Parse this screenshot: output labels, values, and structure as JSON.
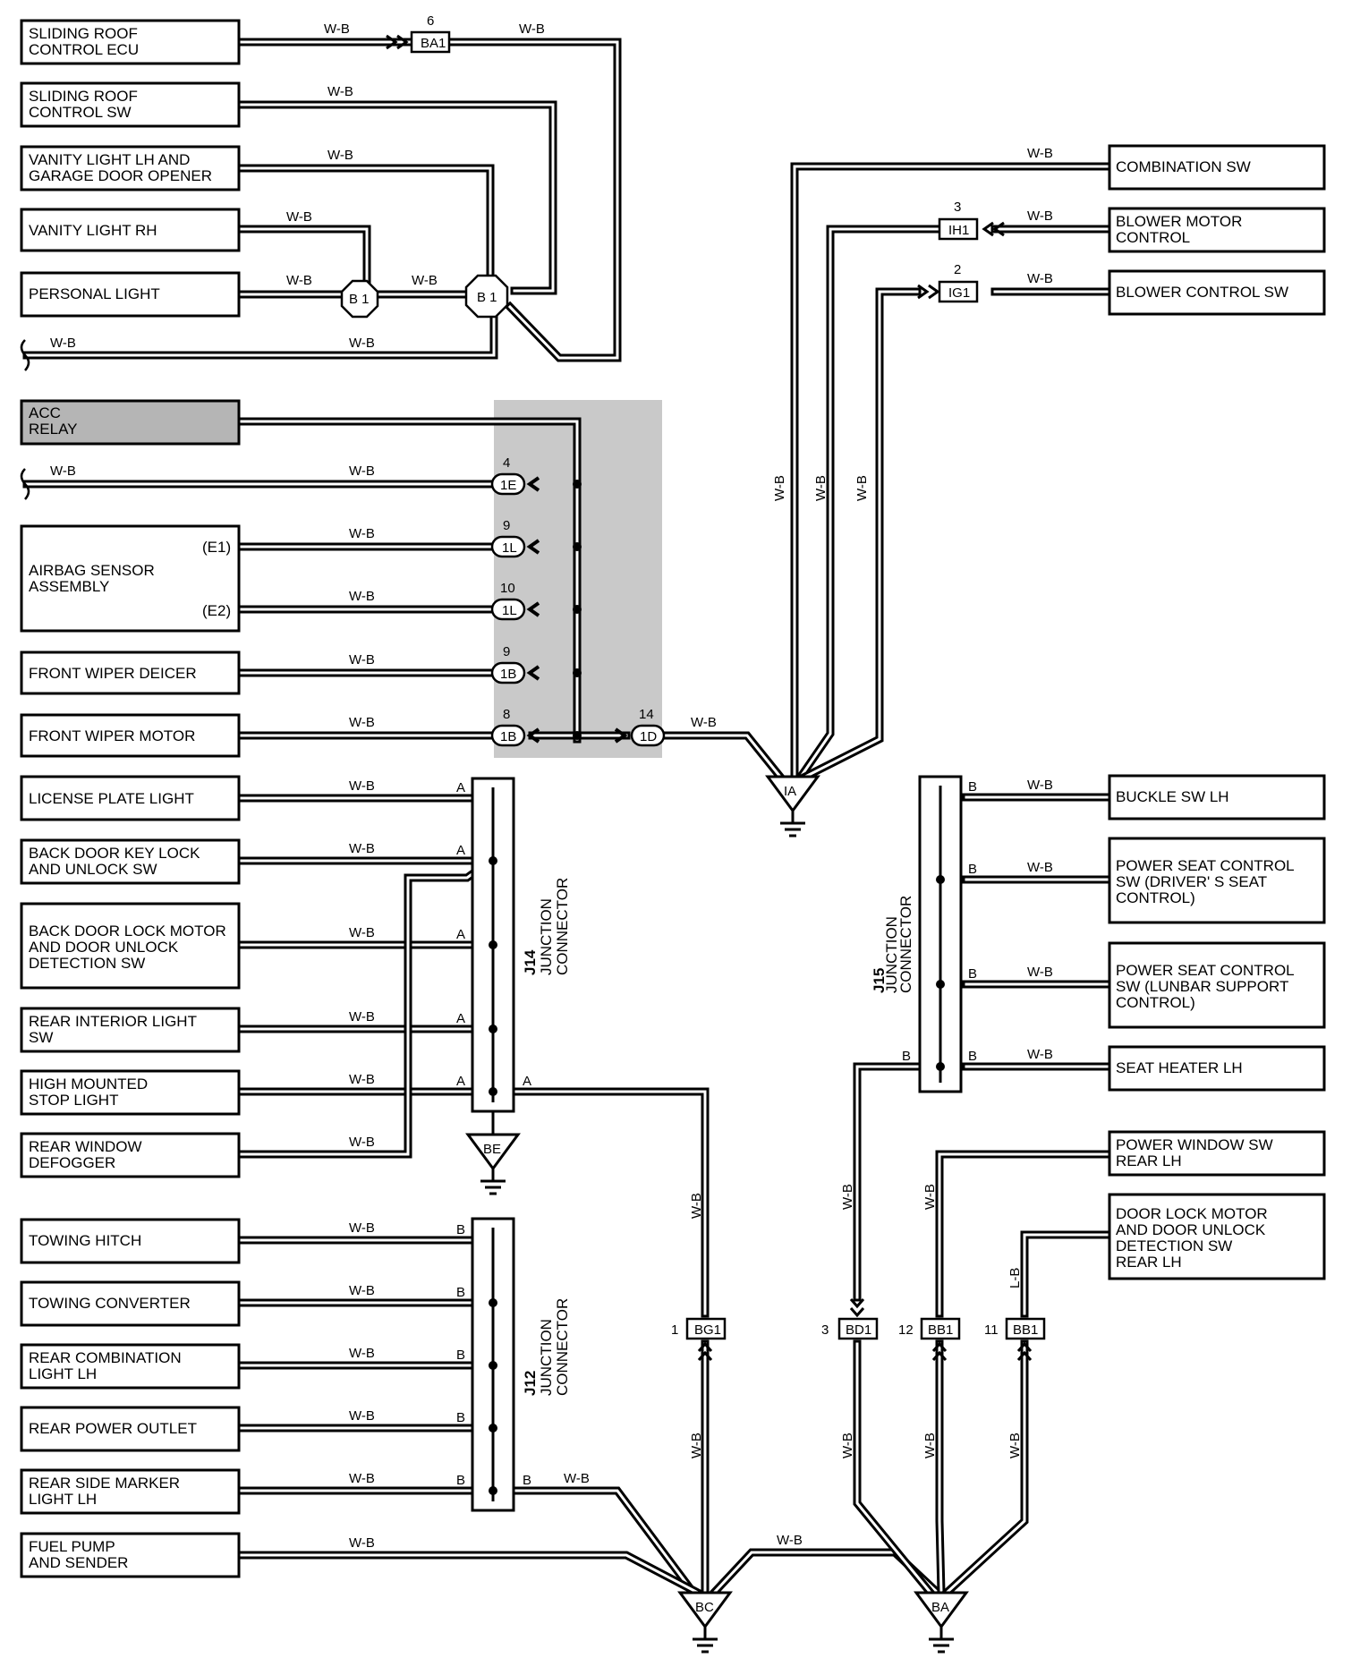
{
  "components": {
    "sliding_roof_ecu": [
      "SLIDING ROOF",
      "CONTROL ECU"
    ],
    "sliding_roof_sw": [
      "SLIDING ROOF",
      "CONTROL SW"
    ],
    "vanity_lh": [
      "VANITY LIGHT LH AND",
      "GARAGE DOOR OPENER"
    ],
    "vanity_rh": [
      "VANITY LIGHT RH"
    ],
    "personal_light": [
      "PERSONAL LIGHT"
    ],
    "acc_relay": [
      "ACC",
      "RELAY"
    ],
    "airbag": [
      "AIRBAG SENSOR",
      "ASSEMBLY"
    ],
    "airbag_e1": "(E1)",
    "airbag_e2": "(E2)",
    "front_wiper_deicer": [
      "FRONT WIPER DEICER"
    ],
    "front_wiper_motor": [
      "FRONT WIPER MOTOR"
    ],
    "license_plate": [
      "LICENSE PLATE LIGHT"
    ],
    "back_door_key": [
      "BACK DOOR KEY LOCK",
      "AND UNLOCK SW"
    ],
    "back_door_lock": [
      "BACK DOOR LOCK MOTOR",
      "AND DOOR UNLOCK",
      "DETECTION SW"
    ],
    "rear_interior": [
      "REAR INTERIOR LIGHT",
      "SW"
    ],
    "high_mounted": [
      "HIGH MOUNTED",
      "STOP LIGHT"
    ],
    "rear_window": [
      "REAR WINDOW",
      "DEFOGGER"
    ],
    "towing_hitch": [
      "TOWING HITCH"
    ],
    "towing_converter": [
      "TOWING CONVERTER"
    ],
    "rear_combination": [
      "REAR COMBINATION",
      "LIGHT LH"
    ],
    "rear_power": [
      "REAR POWER OUTLET"
    ],
    "rear_side_marker": [
      "REAR SIDE MARKER",
      "LIGHT LH"
    ],
    "fuel_pump": [
      "FUEL PUMP",
      "AND SENDER"
    ],
    "combination_sw": [
      "COMBINATION SW"
    ],
    "blower_motor": [
      "BLOWER MOTOR",
      "CONTROL"
    ],
    "blower_sw": [
      "BLOWER CONTROL SW"
    ],
    "buckle_sw": [
      "BUCKLE SW LH"
    ],
    "power_seat_driver": [
      "POWER SEAT CONTROL",
      "SW (DRIVER' S SEAT",
      "CONTROL)"
    ],
    "power_seat_lumbar": [
      "POWER SEAT CONTROL",
      "SW (LUNBAR SUPPORT",
      "CONTROL)"
    ],
    "seat_heater": [
      "SEAT HEATER LH"
    ],
    "power_window": [
      "POWER WINDOW SW",
      "REAR LH"
    ],
    "door_lock_motor": [
      "DOOR LOCK MOTOR",
      "AND DOOR UNLOCK",
      "DETECTION SW",
      "REAR LH"
    ]
  },
  "wire_color": "W-B",
  "wire_color_lb": "L-B",
  "connectors": {
    "ba1": "BA1",
    "ba1_pin": "6",
    "b1a": "B 1",
    "b1b": "B 1",
    "ih1": "IH1",
    "ih1_pin": "3",
    "ig1": "IG1",
    "ig1_pin": "2",
    "c1e": "1E",
    "c1e_pin": "4",
    "c1l_a": "1L",
    "c1l_a_pin": "9",
    "c1l_b": "1L",
    "c1l_b_pin": "10",
    "c1b_a": "1B",
    "c1b_a_pin": "9",
    "c1b_b": "1B",
    "c1b_b_pin": "8",
    "c1d": "1D",
    "c1d_pin": "14",
    "bg1": "BG1",
    "bg1_pin": "1",
    "bd1": "BD1",
    "bd1_pin": "3",
    "bb1a": "BB1",
    "bb1a_pin": "12",
    "bb1b": "BB1",
    "bb1b_pin": "11"
  },
  "grounds": {
    "ia": "IA",
    "be": "BE",
    "bc": "BC",
    "ba": "BA"
  },
  "junctions": {
    "j14": [
      "J14",
      "JUNCTION",
      "CONNECTOR"
    ],
    "j15": [
      "J15",
      "JUNCTION",
      "CONNECTOR"
    ],
    "j12": [
      "J12",
      "JUNCTION",
      "CONNECTOR"
    ]
  },
  "pins": {
    "a": "A",
    "b": "B"
  }
}
